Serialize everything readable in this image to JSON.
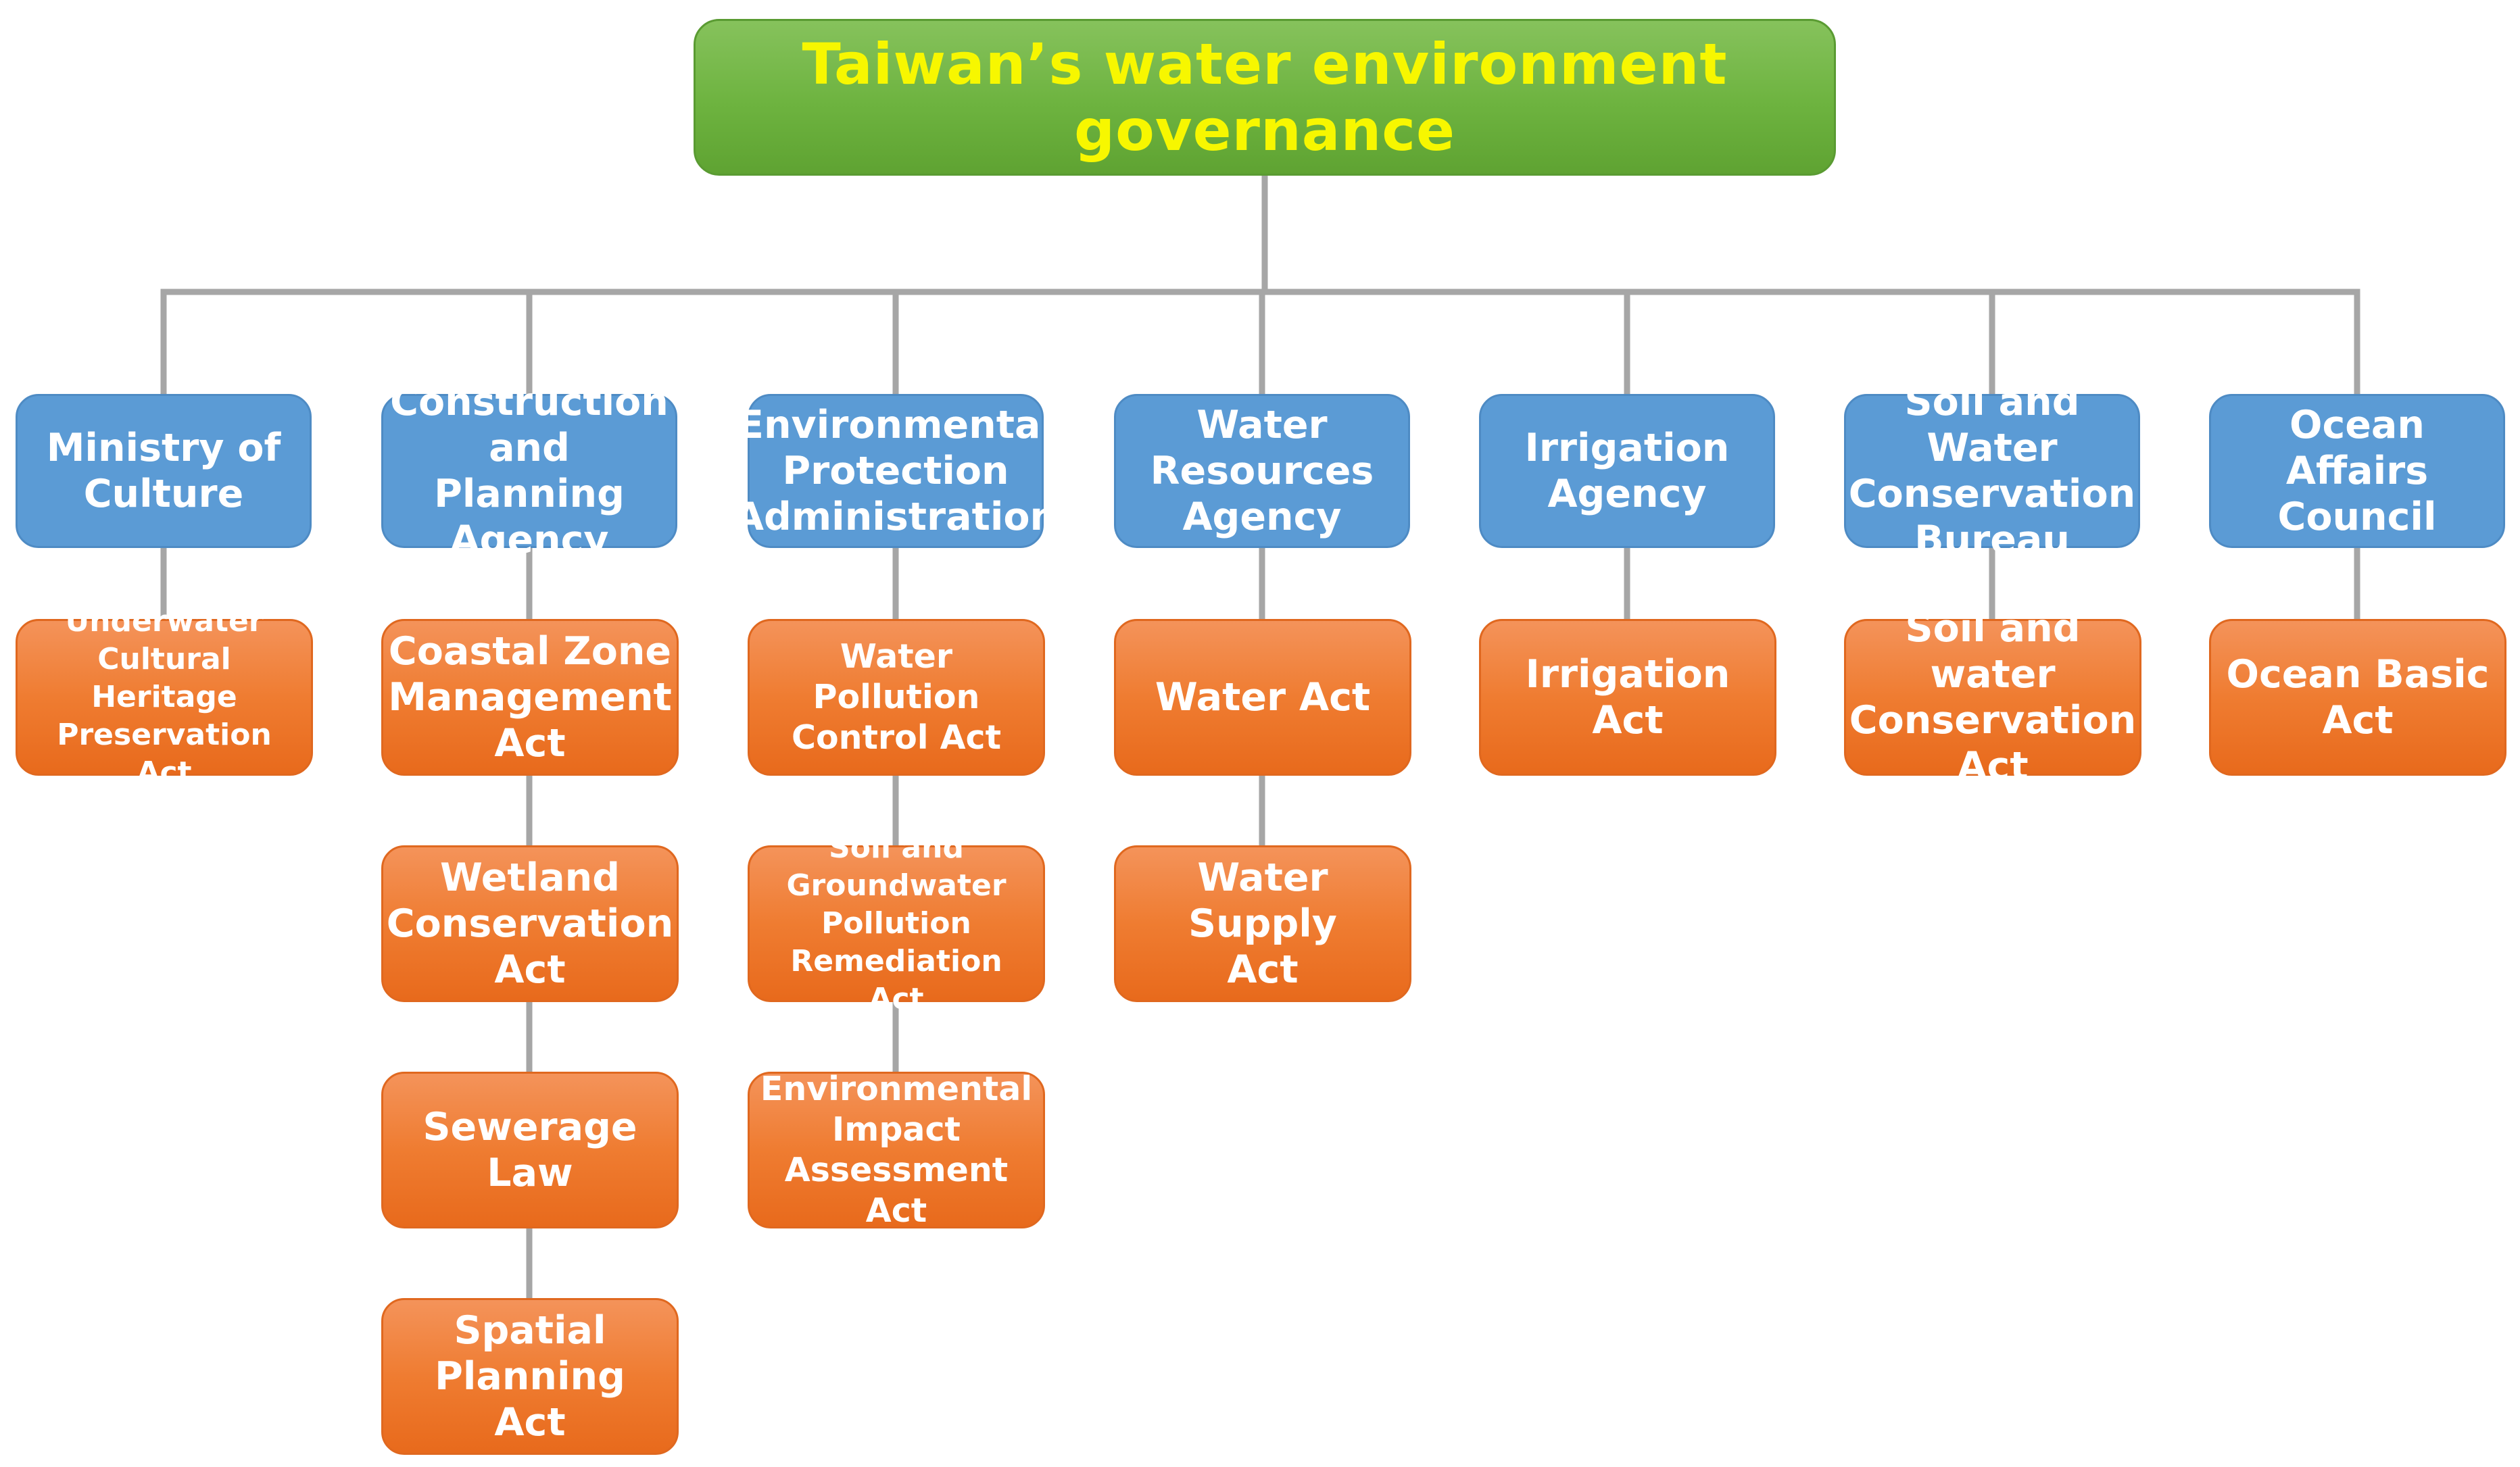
{
  "title": "Taiwan’s water environment governance",
  "agencies": [
    {
      "name": "Ministry of\nCulture",
      "acts": [
        "Underwater\nCultural Heritage\nPreservation Act"
      ]
    },
    {
      "name": "Construction\nand Planning\nAgency",
      "acts": [
        "Coastal Zone\nManagement\nAct",
        "Wetland\nConservation\nAct",
        "Sewerage Law",
        "Spatial\nPlanning Act"
      ]
    },
    {
      "name": "Environmental\nProtection\nAdministration",
      "acts": [
        "Water Pollution\nControl Act",
        "Soil and\nGroundwater\nPollution\nRemediation Act",
        "Environmental\nImpact\nAssessment Act"
      ]
    },
    {
      "name": "Water\nResources\nAgency",
      "acts": [
        "Water Act",
        "Water Supply\nAct"
      ]
    },
    {
      "name": "Irrigation\nAgency",
      "acts": [
        "Irrigation Act"
      ]
    },
    {
      "name": "Soil and Water\nConservation\nBureau",
      "acts": [
        "Soil and water\nConservation\nAct"
      ]
    },
    {
      "name": "Ocean Affairs\nCouncil",
      "acts": [
        "Ocean Basic\nAct"
      ]
    }
  ],
  "colors": {
    "root_fill": "#6db33f",
    "root_text": "#f7f700",
    "agency_fill": "#5b9bd5",
    "act_fill": "#ef7c31",
    "connector": "#a6a6a6"
  }
}
